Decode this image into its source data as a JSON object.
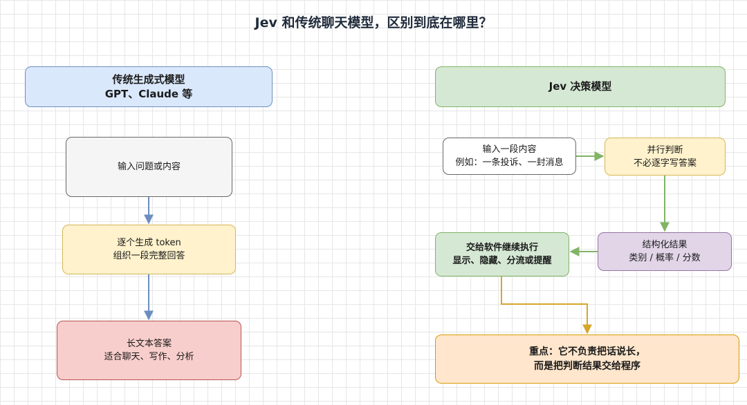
{
  "title": "Jev 和传统聊天模型，区别到底在哪里？",
  "left": {
    "header": {
      "line1": "传统生成式模型",
      "line2": "GPT、Claude 等"
    },
    "step1": {
      "line1": "输入问题或内容"
    },
    "step2": {
      "line1": "逐个生成 token",
      "line2": "组织一段完整回答"
    },
    "step3": {
      "line1": "长文本答案",
      "line2": "适合聊天、写作、分析"
    }
  },
  "right": {
    "header": {
      "line1": "Jev 决策模型"
    },
    "input": {
      "line1": "输入一段内容",
      "line2": "例如：一条投诉、一封消息"
    },
    "parallel": {
      "line1": "并行判断",
      "line2": "不必逐字写答案"
    },
    "structured": {
      "line1": "结构化结果",
      "line2": "类别 / 概率 / 分数"
    },
    "execute": {
      "line1": "交给软件继续执行",
      "line2": "显示、隐藏、分流或提醒"
    },
    "key": {
      "line1": "重点：它不负责把话说长，",
      "line2": "而是把判断结果交给程序"
    }
  },
  "colors": {
    "blue_arrow": "#6c8ebf",
    "green_arrow": "#82b366",
    "orange_arrow": "#d6a62b"
  }
}
